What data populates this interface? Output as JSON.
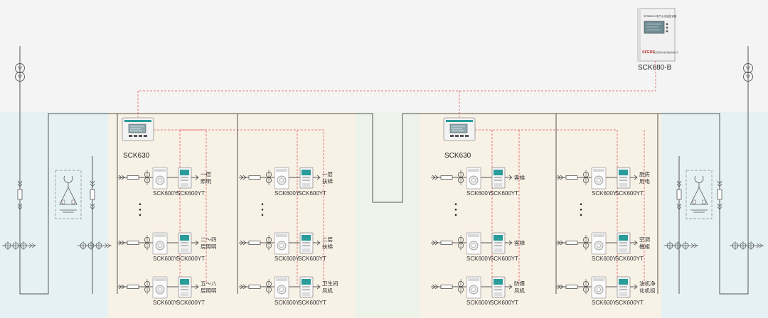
{
  "top_device": {
    "brand": "SFERE",
    "panel_title": "SFR680-B 电气火灾监控设备",
    "panel_note": "江苏斯菲尔电气股份有限公司",
    "label": "SCK680-B"
  },
  "monitor_left": {
    "label": "SCK630"
  },
  "monitor_right": {
    "label": "SCK630"
  },
  "device_labels": {
    "a": "SCK600Y",
    "b": "SCK600YT"
  },
  "dots": "⋮",
  "loads": [
    {
      "top": "一层",
      "bottom": "照明"
    },
    {
      "top": "一层",
      "bottom": "扶梯"
    },
    {
      "top": "客梯",
      "bottom": ""
    },
    {
      "top": "厨房",
      "bottom": "用电"
    },
    {
      "top": "二～四",
      "bottom": "层照明"
    },
    {
      "top": "二层",
      "bottom": "扶梯"
    },
    {
      "top": "客梯",
      "bottom": ""
    },
    {
      "top": "空调",
      "bottom": "機組"
    },
    {
      "top": "五～八",
      "bottom": "层照明"
    },
    {
      "top": "卫生间",
      "bottom": "风机"
    },
    {
      "top": "防爆",
      "bottom": "风机"
    },
    {
      "top": "油机净",
      "bottom": "化机组"
    }
  ],
  "colors": {
    "line": "#555555",
    "dash": "#e0595a",
    "teal": "#2a9c9a",
    "zone_blue": "#e6f1f4",
    "zone_cream": "#f8f1e6"
  }
}
